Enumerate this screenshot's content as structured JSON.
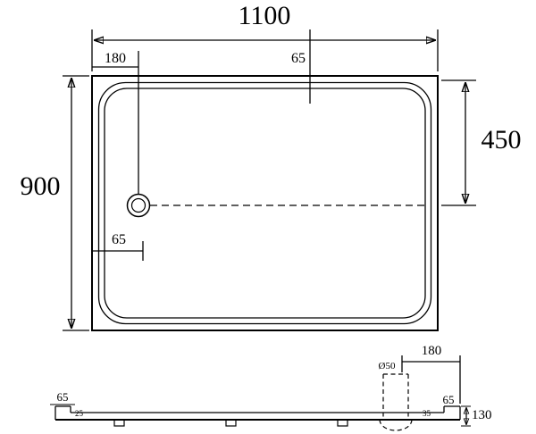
{
  "drawing": {
    "background_color": "#ffffff",
    "line_color": "#000000",
    "top_view": {
      "overall_width_label": "1100",
      "overall_depth_label": "900",
      "drain_from_top_label": "450",
      "drain_from_left_label": "180",
      "top_center_offset_label": "65",
      "drain_side_offset_label": "65"
    },
    "side_view": {
      "drain_to_edge_label": "180",
      "drain_diameter_label": "Ø50",
      "left_rim_height_label": "65",
      "left_rim_width_label": "25",
      "right_rim_width_label": "35",
      "right_rim_height_label": "65",
      "overall_height_label": "130"
    }
  }
}
